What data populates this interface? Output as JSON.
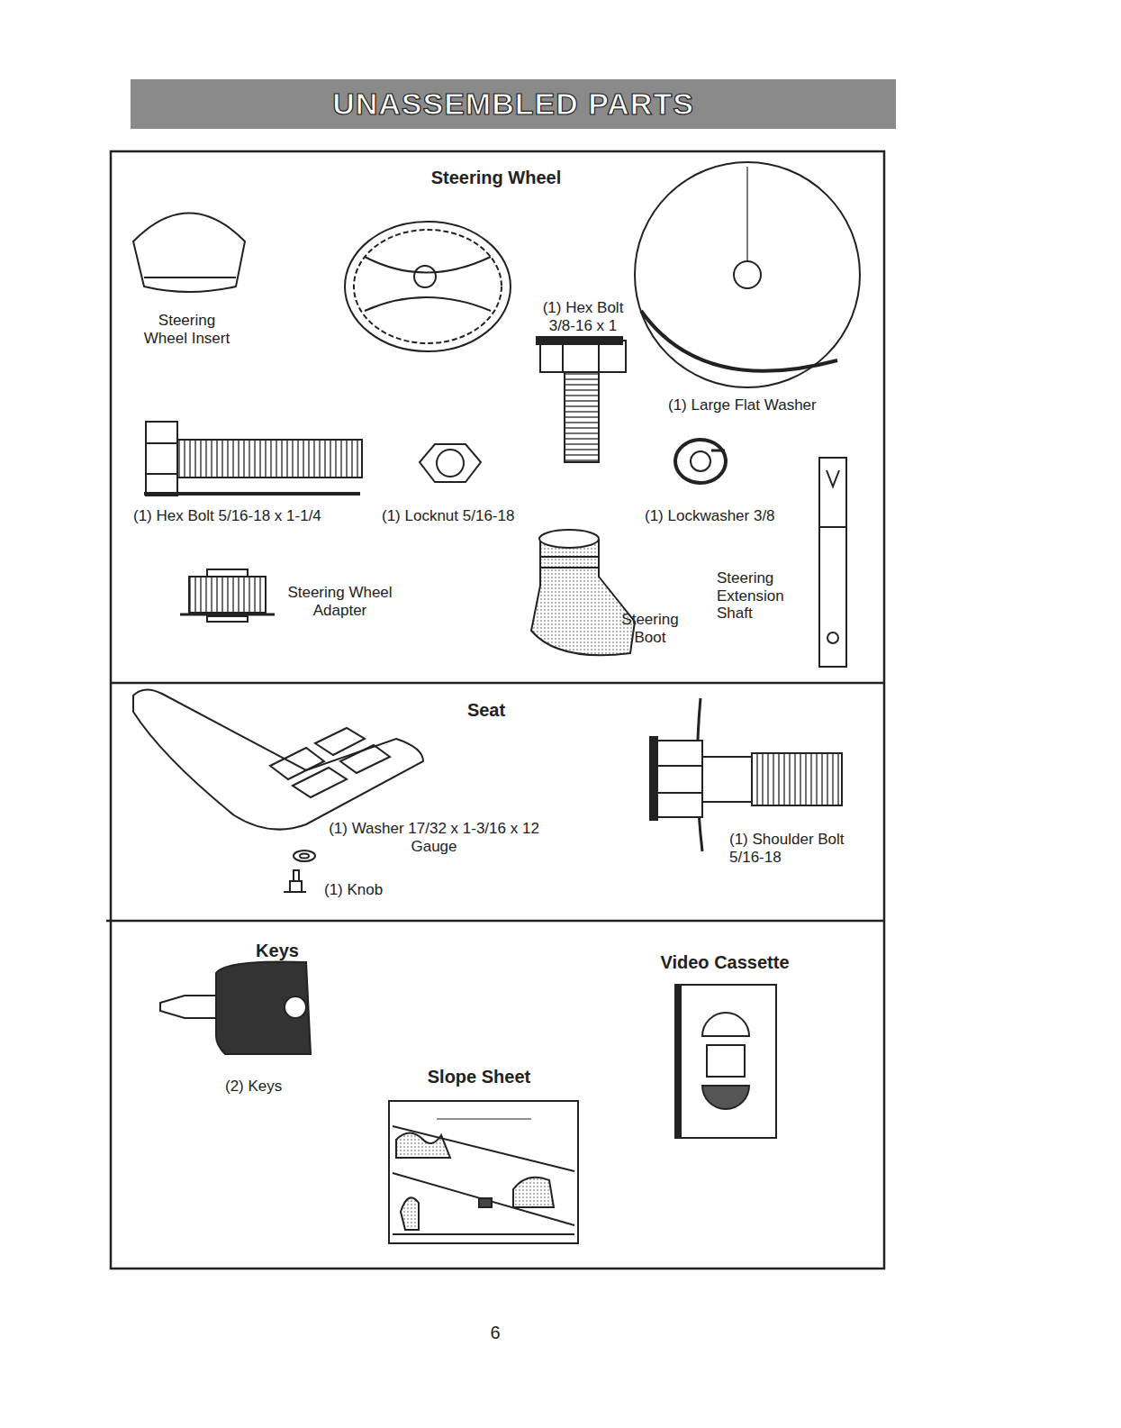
{
  "diagram": {
    "title": "UNASSEMBLED PARTS",
    "nodes": [
      {
        "text": [
          "Steering Wheel"
        ]
      },
      {
        "text": [
          "Seat"
        ]
      },
      {
        "text": [
          "Keys",
          "Slope Sheet",
          "Video Cassette"
        ]
      }
    ],
    "labels": [
      "Steering Wheel Insert",
      "(1) Hex Bolt 3/8-16 x 1",
      "(1) Large Flat Washer",
      "(1) Hex Bolt 5/16-18 x 1-1/4",
      "(1) Locknut 5/16-18",
      "(1) Lockwasher 3/8",
      "Steering Wheel Adapter",
      "Steering Boot",
      "Steering Extension Shaft",
      "(1) Washer 17/32 x 1-3/16 x 12 Gauge",
      "(1) Knob",
      "(1) Shoulder Bolt 5/16-18",
      "(2) Keys",
      "6"
    ]
  }
}
